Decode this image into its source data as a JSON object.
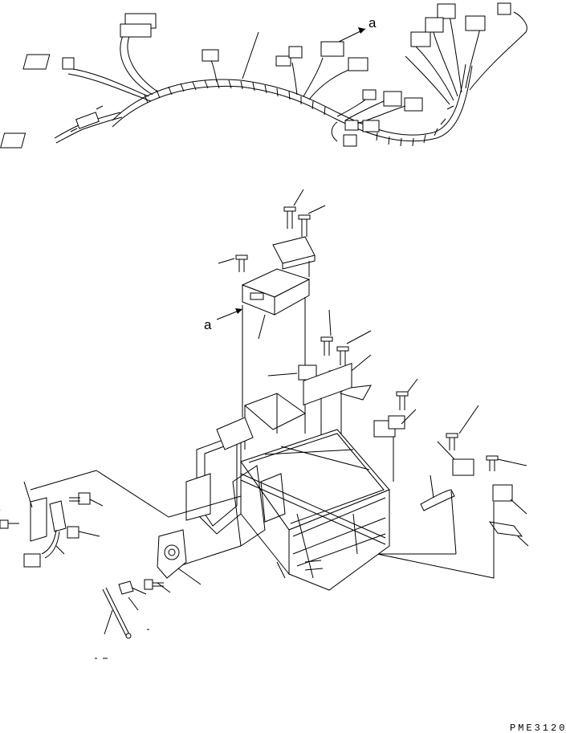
{
  "diagram": {
    "callouts": [
      {
        "id": "a",
        "text": "a"
      },
      {
        "id": "a",
        "text": "a"
      }
    ],
    "drawing_code": "PME3120"
  }
}
